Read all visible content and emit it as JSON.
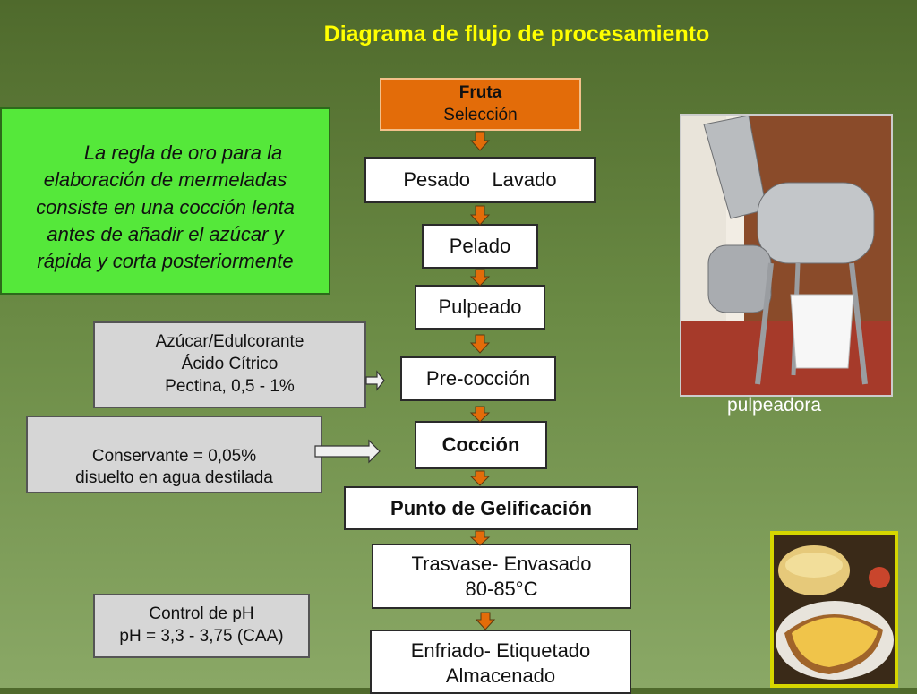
{
  "title": "Diagrama de flujo de procesamiento",
  "rule_text": {
    "line1": "La regla de oro para la",
    "line2": "elaboración de mermeladas",
    "line3": "consiste en una cocción lenta",
    "line4": "antes de añadir el azúcar y",
    "line5": "rápida y corta posteriormente"
  },
  "flow": {
    "fruta": "Fruta",
    "seleccion": "Selección",
    "pesado_lavado": "Pesado    Lavado",
    "pelado": "Pelado",
    "pulpeado": "Pulpeado",
    "precoccion": "Pre-cocción",
    "coccion": "Cocción",
    "punto": "Punto de Gelificación",
    "trasvase_1": "Trasvase- Envasado",
    "trasvase_2": "80-85°C",
    "enfriado_1": "Enfriado- Etiquetado",
    "enfriado_2": "Almacenado"
  },
  "additives": {
    "azucar": "Azúcar/Edulcorante",
    "acido": "Ácido Cítrico",
    "pectina": "Pectina, 0,5 - 1%",
    "conservante": "Conservante = 0,05%",
    "disuelto": "disuelto en agua destilada"
  },
  "ph": {
    "line1": "Control de pH",
    "line2": "pH = 3,3 - 3,75 (CAA)"
  },
  "photo_caption": "pulpeadora",
  "colors": {
    "title": "#ffff00",
    "fruta_box": "#e36c09",
    "arrow": "#e36c09",
    "rule_box": "#55e83a",
    "additive_box": "#d6d6d6"
  }
}
